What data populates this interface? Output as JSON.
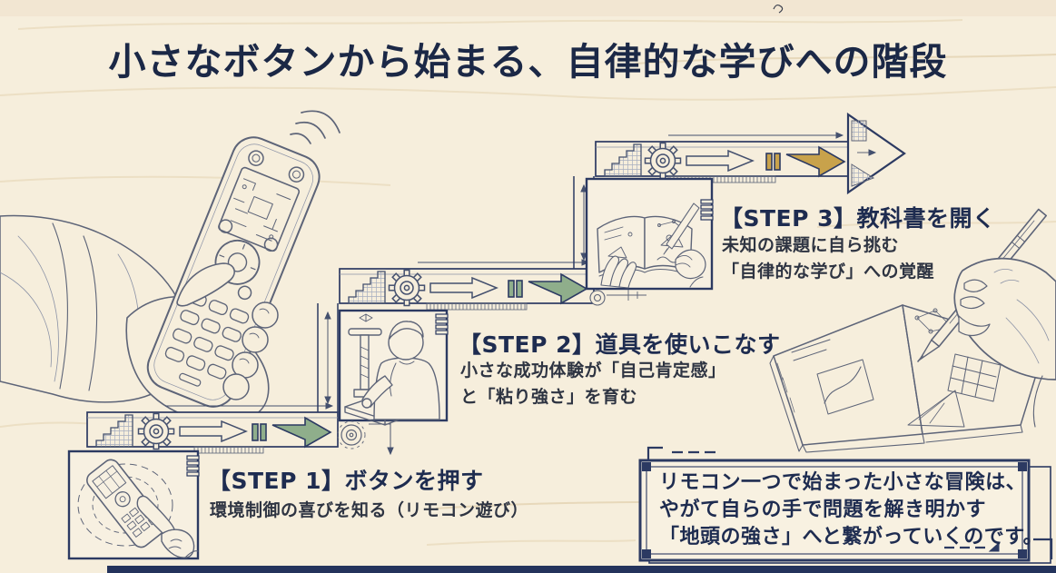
{
  "title": "小さなボタンから始まる、自律的な学びへの階段",
  "steps": [
    {
      "label": "【STEP 1】ボタンを押す",
      "desc": "環境制御の喜びを知る（リモコン遊び）"
    },
    {
      "label": "【STEP 2】道具を使いこなす",
      "desc1": "小さな成功体験が「自己肯定感」",
      "desc2": "と「粘り強さ」を育む"
    },
    {
      "label": "【STEP 3】教科書を開く",
      "desc1": "未知の課題に自ら挑む",
      "desc2": "「自律的な学び」への覚醒"
    }
  ],
  "conclusion": {
    "line1": "リモコン一つで始まった小さな冒険は、",
    "line2": "やがて自らの手で問題を解き明かす",
    "line3": "「地頭の強さ」へと繋がっていくのです。"
  },
  "icons": {
    "gear": "gear-icon",
    "outline_arrow": "outline-arrow-icon",
    "progress_arrow_green": "progress-arrow-green-icon",
    "progress_arrow_gold": "progress-arrow-gold-icon",
    "goal_arrow": "goal-arrow-icon",
    "mini_staircase": "mini-staircase-icon",
    "signal_waves": "signal-waves-icon",
    "washer": "washer-icon",
    "coil_binding": "coil-binding-icon"
  },
  "colors": {
    "background": "#f6eedc",
    "navy": "#2c3a62",
    "title_text": "#1b2846",
    "ink": "#5d6478",
    "accent_green": "#8fae8b",
    "accent_gold": "#c8a24b"
  }
}
